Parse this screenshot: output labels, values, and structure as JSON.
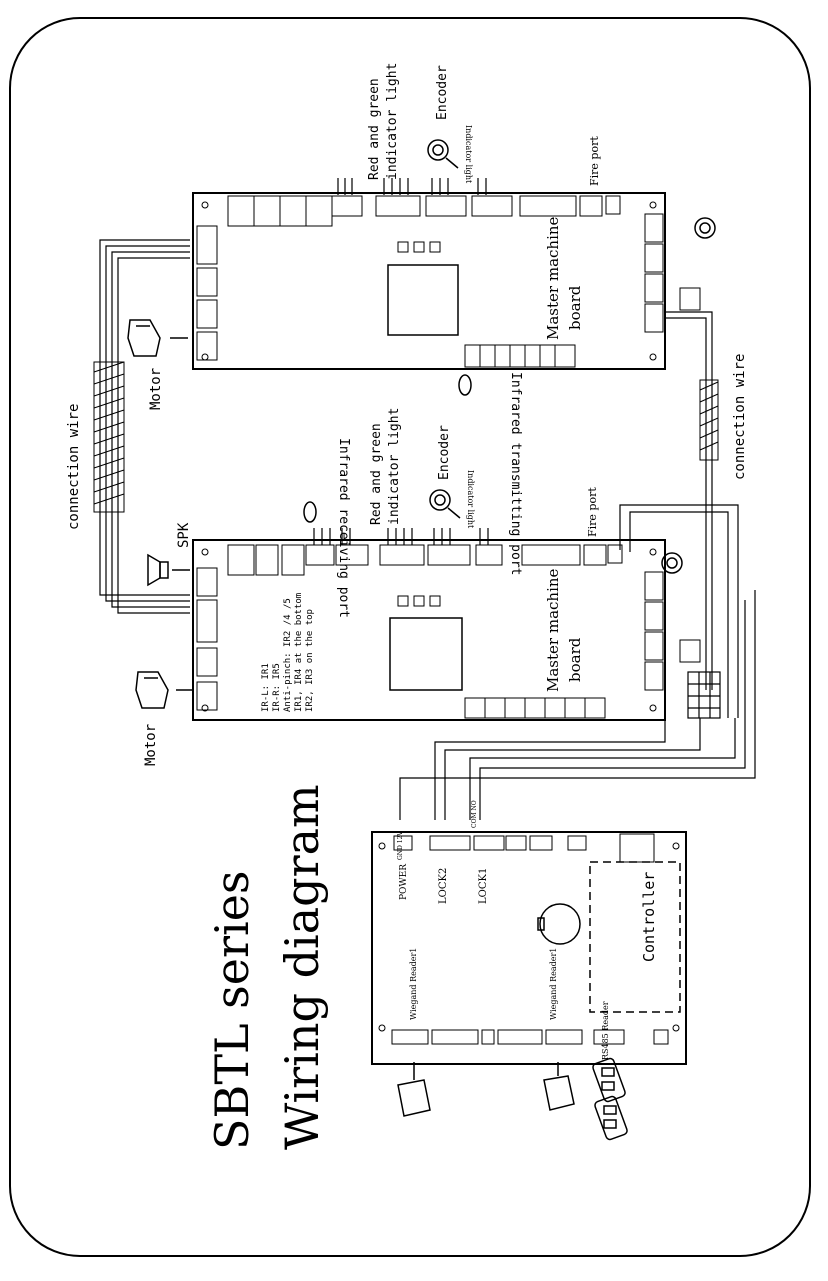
{
  "title": {
    "line1": "SBTL series",
    "line2": "Wiring diagram"
  },
  "connection_wire_left": "connection wire",
  "connection_wire_right": "connection wire",
  "upper_board": {
    "label_line1": "Master machine",
    "label_line2": "board",
    "red_green": {
      "line1": "Red and green",
      "line2": "indicator light"
    },
    "encoder": "Encoder",
    "indicator_light": "Indicator light",
    "fire_port": "Fire port",
    "infrared_transmitting": "Infrared transmitting port",
    "motor": "Motor"
  },
  "lower_board": {
    "label_line1": "Master machine",
    "label_line2": "board",
    "red_green": {
      "line1": "Red and green",
      "line2": "indicator light"
    },
    "encoder": "Encoder",
    "indicator_light": "Indicator light",
    "fire_port": "Fire port",
    "infrared_receiving": "Infrared receiving port",
    "spk": "SPK",
    "motor": "Motor",
    "notes": [
      "IR-L: IR1",
      "IR-R: IR5",
      "Anti-pinch: IR2 /4 /5",
      "IR1, IR4 at the bottom",
      "IR2, IR3 on the top"
    ]
  },
  "controller_board": {
    "power": "POWER",
    "lock2": "LOCK2",
    "lock1": "LOCK1",
    "wiegand_reader1": "Wiegand Reader1",
    "wiegand_reader2": "Wiegand Reader1",
    "rs485_reader": "RS485 Reader",
    "controller": "Controller",
    "power_pins": "GND 12V",
    "lock_pins": "COM NO"
  }
}
